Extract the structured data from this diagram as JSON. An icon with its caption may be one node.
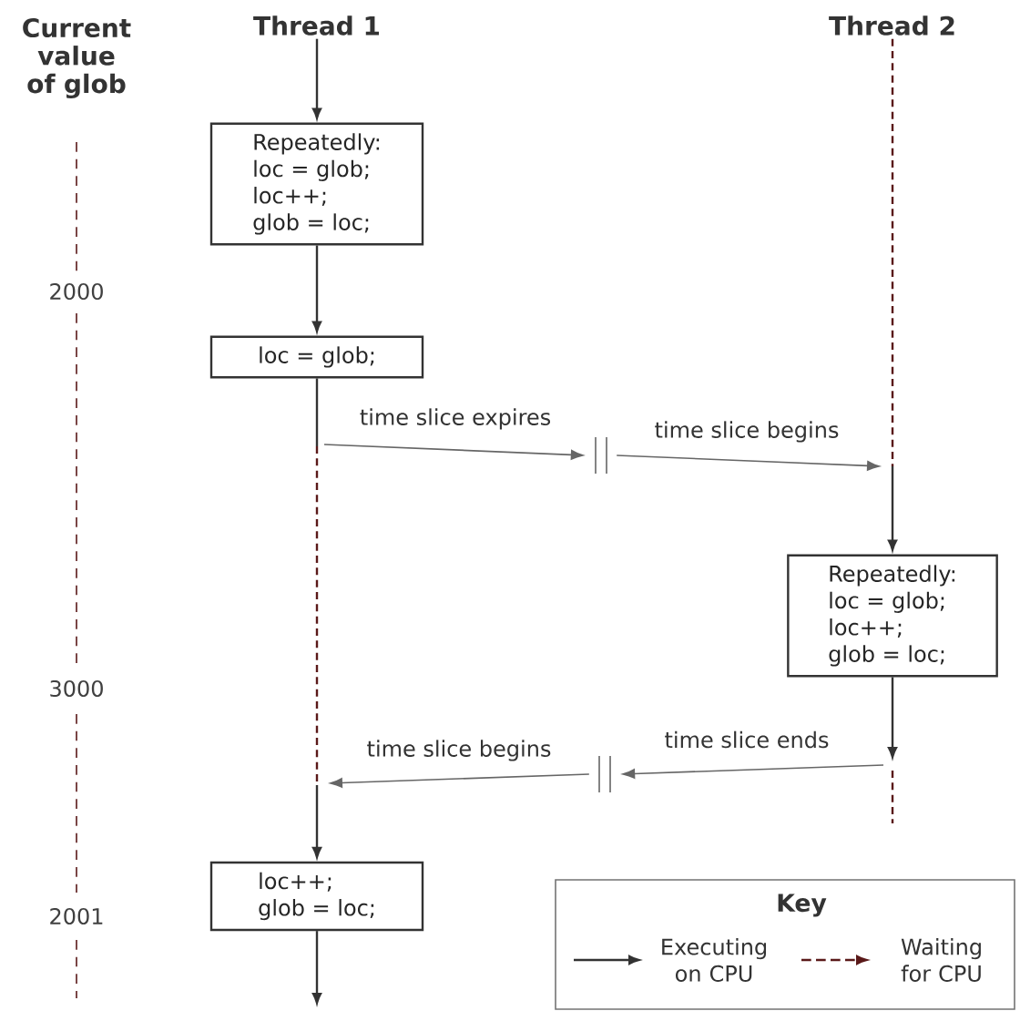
{
  "diagram": {
    "nodes": [
      {
        "text": [
          "Current value of glob"
        ]
      },
      {
        "text": [
          "Thread 1"
        ]
      },
      {
        "text": [
          "Thread 2"
        ]
      },
      {
        "text": [
          "Repeatedly:",
          "loc = glob;",
          "loc++;",
          "glob = loc;"
        ]
      },
      {
        "text": [
          "loc = glob;"
        ]
      },
      {
        "text": [
          "Repeatedly:",
          "loc = glob;",
          "loc++;",
          "glob = loc;"
        ]
      },
      {
        "text": [
          "loc++;",
          "glob = loc;"
        ]
      },
      {
        "text": [],
        "shape": "bar"
      },
      {
        "text": [],
        "shape": "bar"
      }
    ],
    "edges": [
      {
        "from": 1,
        "to": 3,
        "arrow": "to"
      },
      {
        "from": 3,
        "to": 4,
        "arrow": "to"
      },
      {
        "from": 4,
        "to": null,
        "arrow": "none"
      },
      {
        "from": null,
        "to": 6,
        "arrow": "to"
      },
      {
        "from": 6,
        "to": null,
        "arrow": "to"
      },
      {
        "from": 2,
        "to": null,
        "arrow": "none",
        "style": "dashed",
        "color": "#5a1919"
      },
      {
        "from": null,
        "to": 5,
        "arrow": "to"
      },
      {
        "from": 5,
        "to": null,
        "arrow": "to"
      },
      {
        "from": null,
        "to": 7,
        "arrow": "to",
        "label": "time slice expires"
      },
      {
        "from": 7,
        "to": null,
        "arrow": "to",
        "label": "time slice begins"
      },
      {
        "from": null,
        "to": 8,
        "arrow": "to",
        "label": "time slice ends"
      },
      {
        "from": 8,
        "to": null,
        "arrow": "to",
        "label": "time slice begins"
      }
    ],
    "labels": [
      "2000",
      "3000",
      "2001",
      "Key"
    ],
    "legend": [
      {
        "text": "Executing on CPU"
      },
      {
        "text": "Waiting for CPU"
      }
    ]
  }
}
